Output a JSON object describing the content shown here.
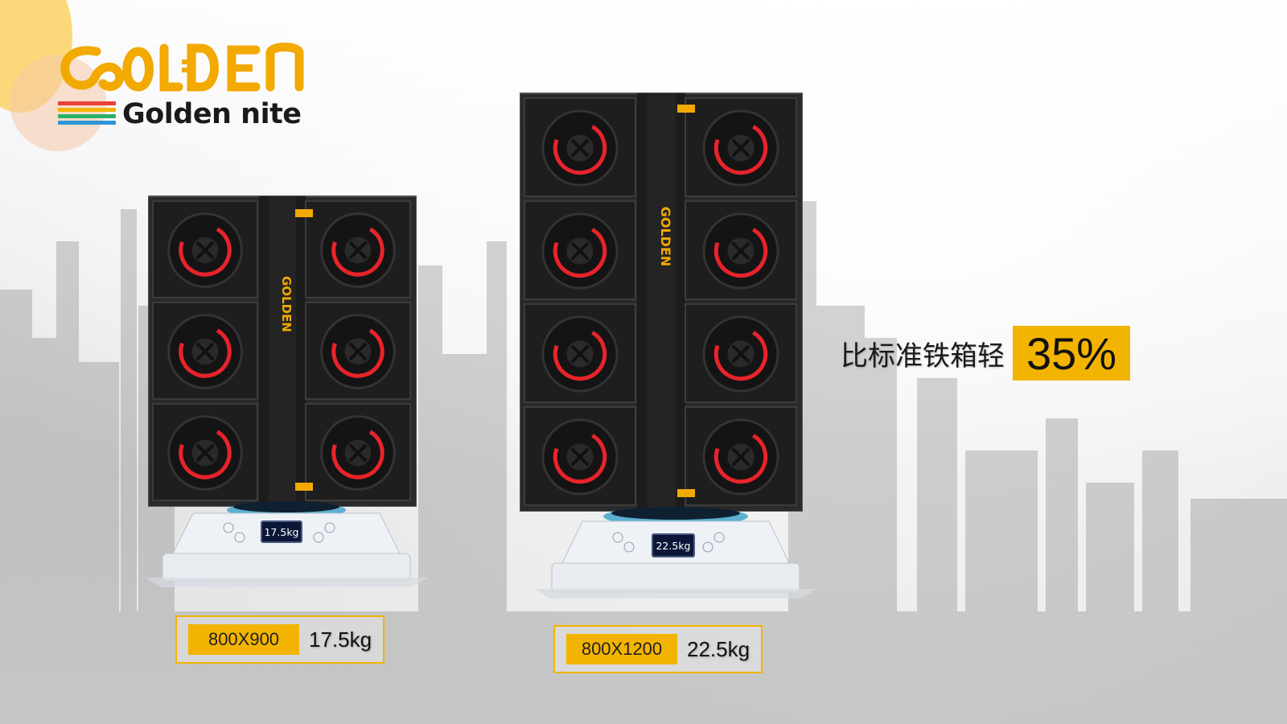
{
  "brand": {
    "logo_wordmark": "GOLDEN",
    "subtitle": "Golden nite",
    "stripe_colors": [
      "#e8403b",
      "#f3b400",
      "#2eb068",
      "#2e95d8"
    ],
    "accent": "#f2b400",
    "fan_ring_color": "#e8232a"
  },
  "products": [
    {
      "size": "800X900",
      "weight": "17.5kg",
      "scale_reading": "17.5kg",
      "module_rows": 3,
      "module_cols": 2
    },
    {
      "size": "800X1200",
      "weight": "22.5kg",
      "scale_reading": "22.5kg",
      "module_rows": 4,
      "module_cols": 2
    }
  ],
  "claim": {
    "text": "比标准铁箱轻",
    "value": "35%"
  }
}
